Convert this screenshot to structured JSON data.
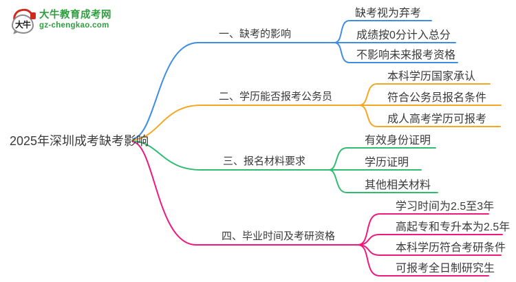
{
  "logo": {
    "title": "大牛教育成考网",
    "domain": "gz-chengkao.com",
    "mark_text": "大牛",
    "brand_color": "#2f9e3f",
    "accent_red": "#ce2b1f"
  },
  "root": {
    "label": "2025年深圳成考缺考影响"
  },
  "text_color": "#3a3a3a",
  "branches": [
    {
      "label": "一、缺考的影响",
      "color": "#3d8de4",
      "children": [
        {
          "label": "缺考视为弃考"
        },
        {
          "label": "成绩按0分计入总分"
        },
        {
          "label": "不影响未来报考资格"
        }
      ]
    },
    {
      "label": "二、学历能否报考公务员",
      "color": "#f5a623",
      "children": [
        {
          "label": "本科学历国家承认"
        },
        {
          "label": "符合公务员报名条件"
        },
        {
          "label": "成人高考学历可报考"
        }
      ]
    },
    {
      "label": "三、报名材料要求",
      "color": "#2ebd6e",
      "children": [
        {
          "label": "有效身份证明"
        },
        {
          "label": "学历证明"
        },
        {
          "label": "其他相关材料"
        }
      ]
    },
    {
      "label": "四、毕业时间及考研资格",
      "color": "#f0187c",
      "children": [
        {
          "label": "学习时间为2.5至3年"
        },
        {
          "label": "高起专和专升本为2.5年"
        },
        {
          "label": "本科学历符合考研条件"
        },
        {
          "label": "可报考全日制研究生"
        }
      ]
    }
  ]
}
